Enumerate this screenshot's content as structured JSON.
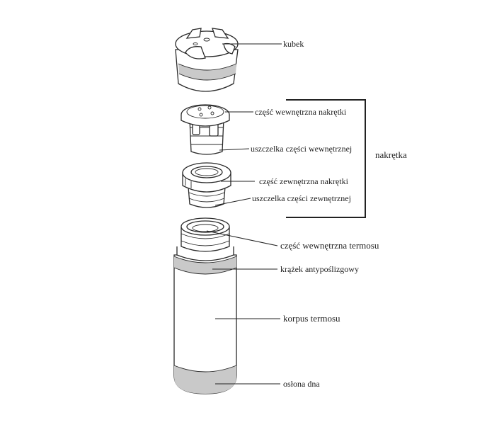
{
  "labels": {
    "cup": "kubek",
    "inner_cap": "część wewnętrzna nakrętki",
    "inner_seal": "uszczelka części wewnętrznej",
    "outer_cap": "część zewnętrzna nakrętki",
    "outer_seal": "uszczelka części zewnętrznej",
    "cap_group": "nakrętka",
    "inner_bottle": "część wewnętrzna termosu",
    "anti_slip_ring": "krążek antypoślizgowy",
    "body": "korpus termosu",
    "bottom_cover": "osłona dna"
  },
  "colors": {
    "ink": "#2a2a2a",
    "accent_gray": "#c9c9c9",
    "background": "#ffffff"
  }
}
